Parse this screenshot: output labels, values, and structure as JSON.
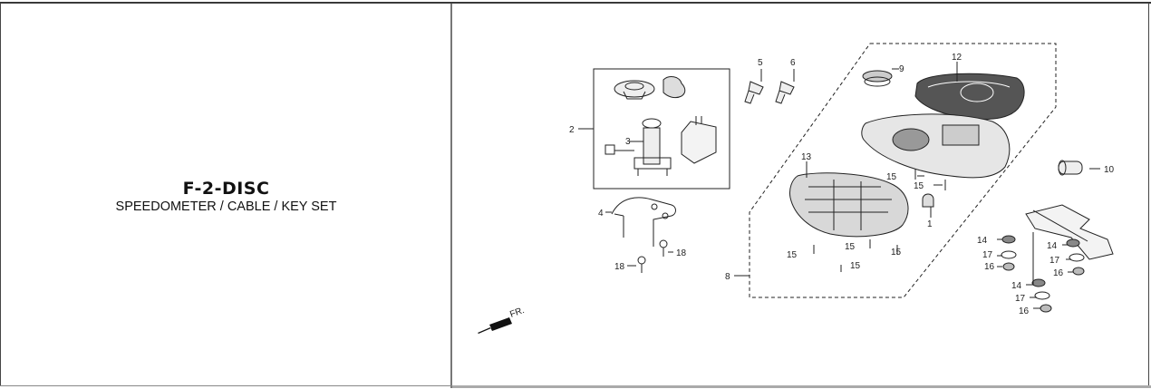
{
  "header": {
    "code": "F-2-DISC",
    "title": "SPEEDOMETER / CABLE / KEY SET"
  },
  "diagram": {
    "direction_label": "FR.",
    "callouts": [
      "1",
      "2",
      "3",
      "4",
      "5",
      "6",
      "8",
      "9",
      "10",
      "12",
      "13",
      "14",
      "15",
      "16",
      "17",
      "18"
    ]
  }
}
